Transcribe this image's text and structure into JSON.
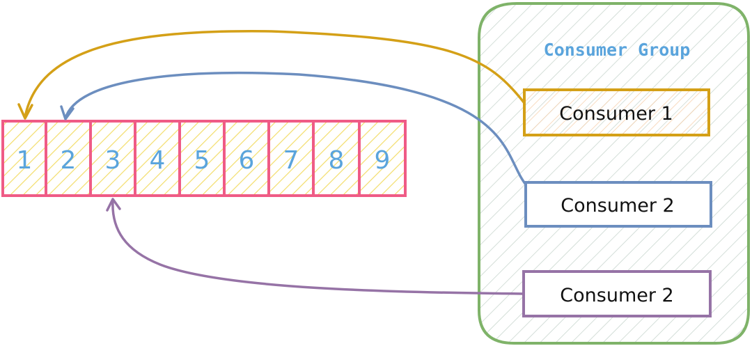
{
  "queue": {
    "cells": [
      "1",
      "2",
      "3",
      "4",
      "5",
      "6",
      "7",
      "8",
      "9"
    ]
  },
  "group": {
    "title": "Consumer Group"
  },
  "consumers": [
    {
      "label": "Consumer 1",
      "target_cell": 1
    },
    {
      "label": "Consumer 2",
      "target_cell": 2
    },
    {
      "label": "Consumer 2",
      "target_cell": 3
    }
  ],
  "colors": {
    "queue_border": "#ef5b86",
    "queue_hatch": "#f3dd6a",
    "cell_text": "#5aa4dc",
    "group_border": "#7fb369",
    "group_hatch": "#c9d6cf",
    "group_title": "#5aa4dc",
    "consumer_1": "#d4a017",
    "consumer_2": "#6c8ebf",
    "consumer_3": "#9673a6"
  }
}
